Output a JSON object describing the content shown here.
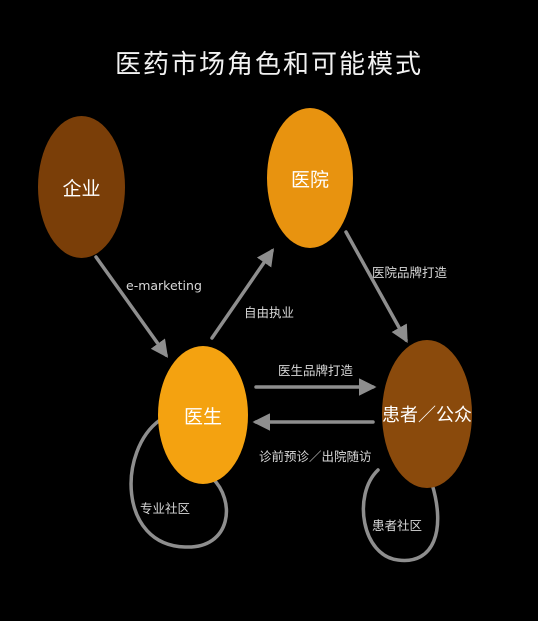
{
  "title": "医药市场角色和可能模式",
  "nodes": {
    "enterprise": "企业",
    "hospital": "医院",
    "doctor": "医生",
    "patient": "患者／公众"
  },
  "edges": {
    "enterprise_to_doctor": "e-marketing",
    "doctor_to_hospital": "自由执业",
    "hospital_to_patient": "医院品牌打造",
    "doctor_to_patient": "医生品牌打造",
    "patient_to_doctor": "诊前预诊／出院随访",
    "doctor_loop": "专业社区",
    "patient_loop": "患者社区"
  },
  "colors": {
    "enterprise": "#7a3e08",
    "hospital": "#e8930f",
    "doctor": "#f4a210",
    "patient": "#8a4a0c",
    "arrow": "#8e8e8e"
  }
}
